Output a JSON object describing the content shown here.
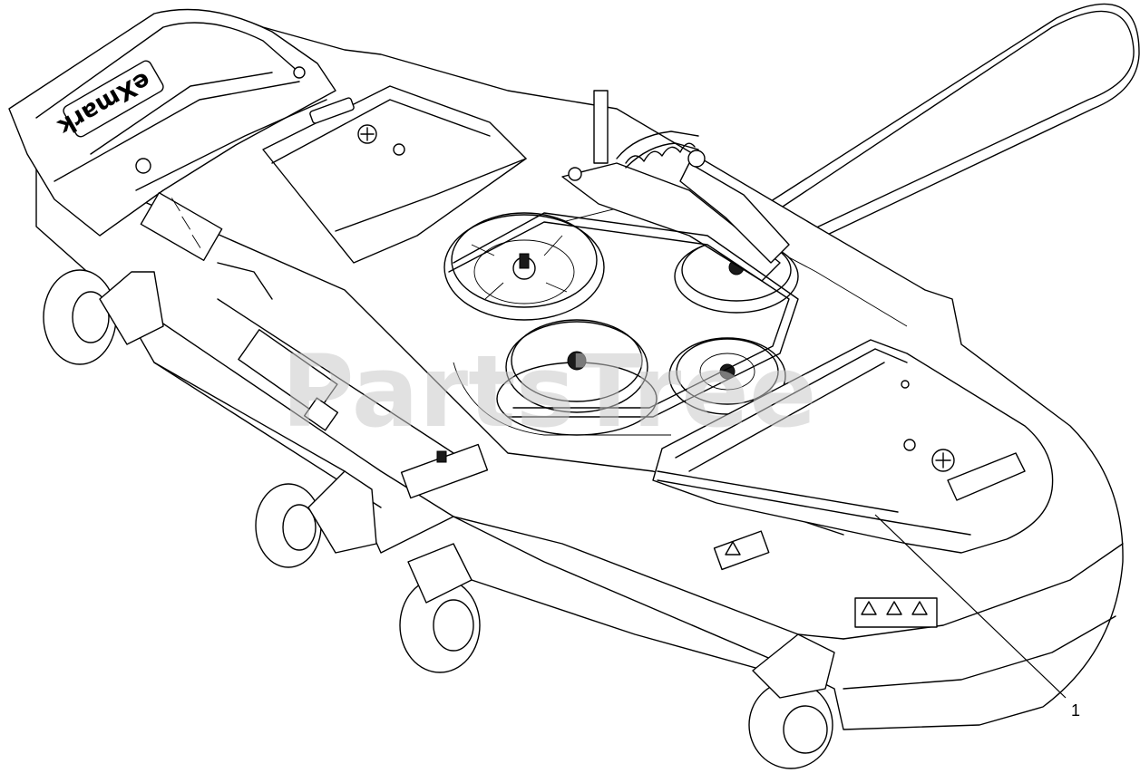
{
  "watermark": {
    "text": "PartsTree"
  },
  "callouts": [
    {
      "number": "1"
    }
  ],
  "decals": {
    "brand": "eXmark"
  },
  "colors": {
    "line": "#000000",
    "watermark": "#c9c9c9",
    "background": "#ffffff"
  }
}
